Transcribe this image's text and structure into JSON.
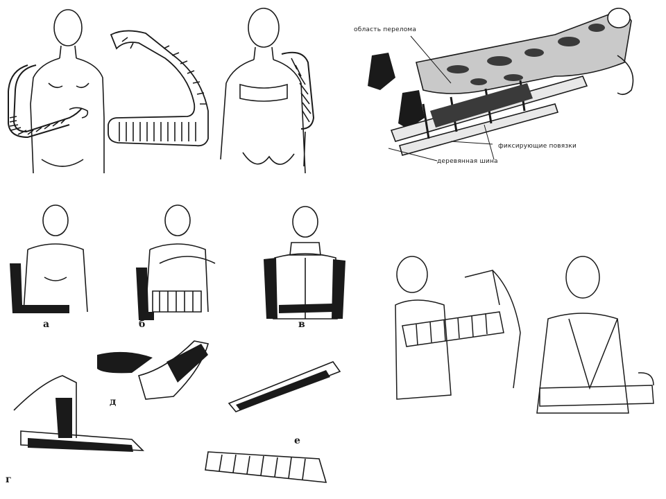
{
  "splint_panel": {
    "labels": {
      "fracture_area": "область перелома",
      "fixing_bandages": "фиксирующие повязки",
      "wooden_splint": "деревянная шина"
    }
  },
  "step_letters": [
    "а",
    "б",
    "в",
    "г",
    "д",
    "е"
  ],
  "colors": {
    "ink": "#1a1a1a",
    "background": "#ffffff",
    "camo_light": "#c9c9c9",
    "camo_dark": "#3a3a3a"
  }
}
